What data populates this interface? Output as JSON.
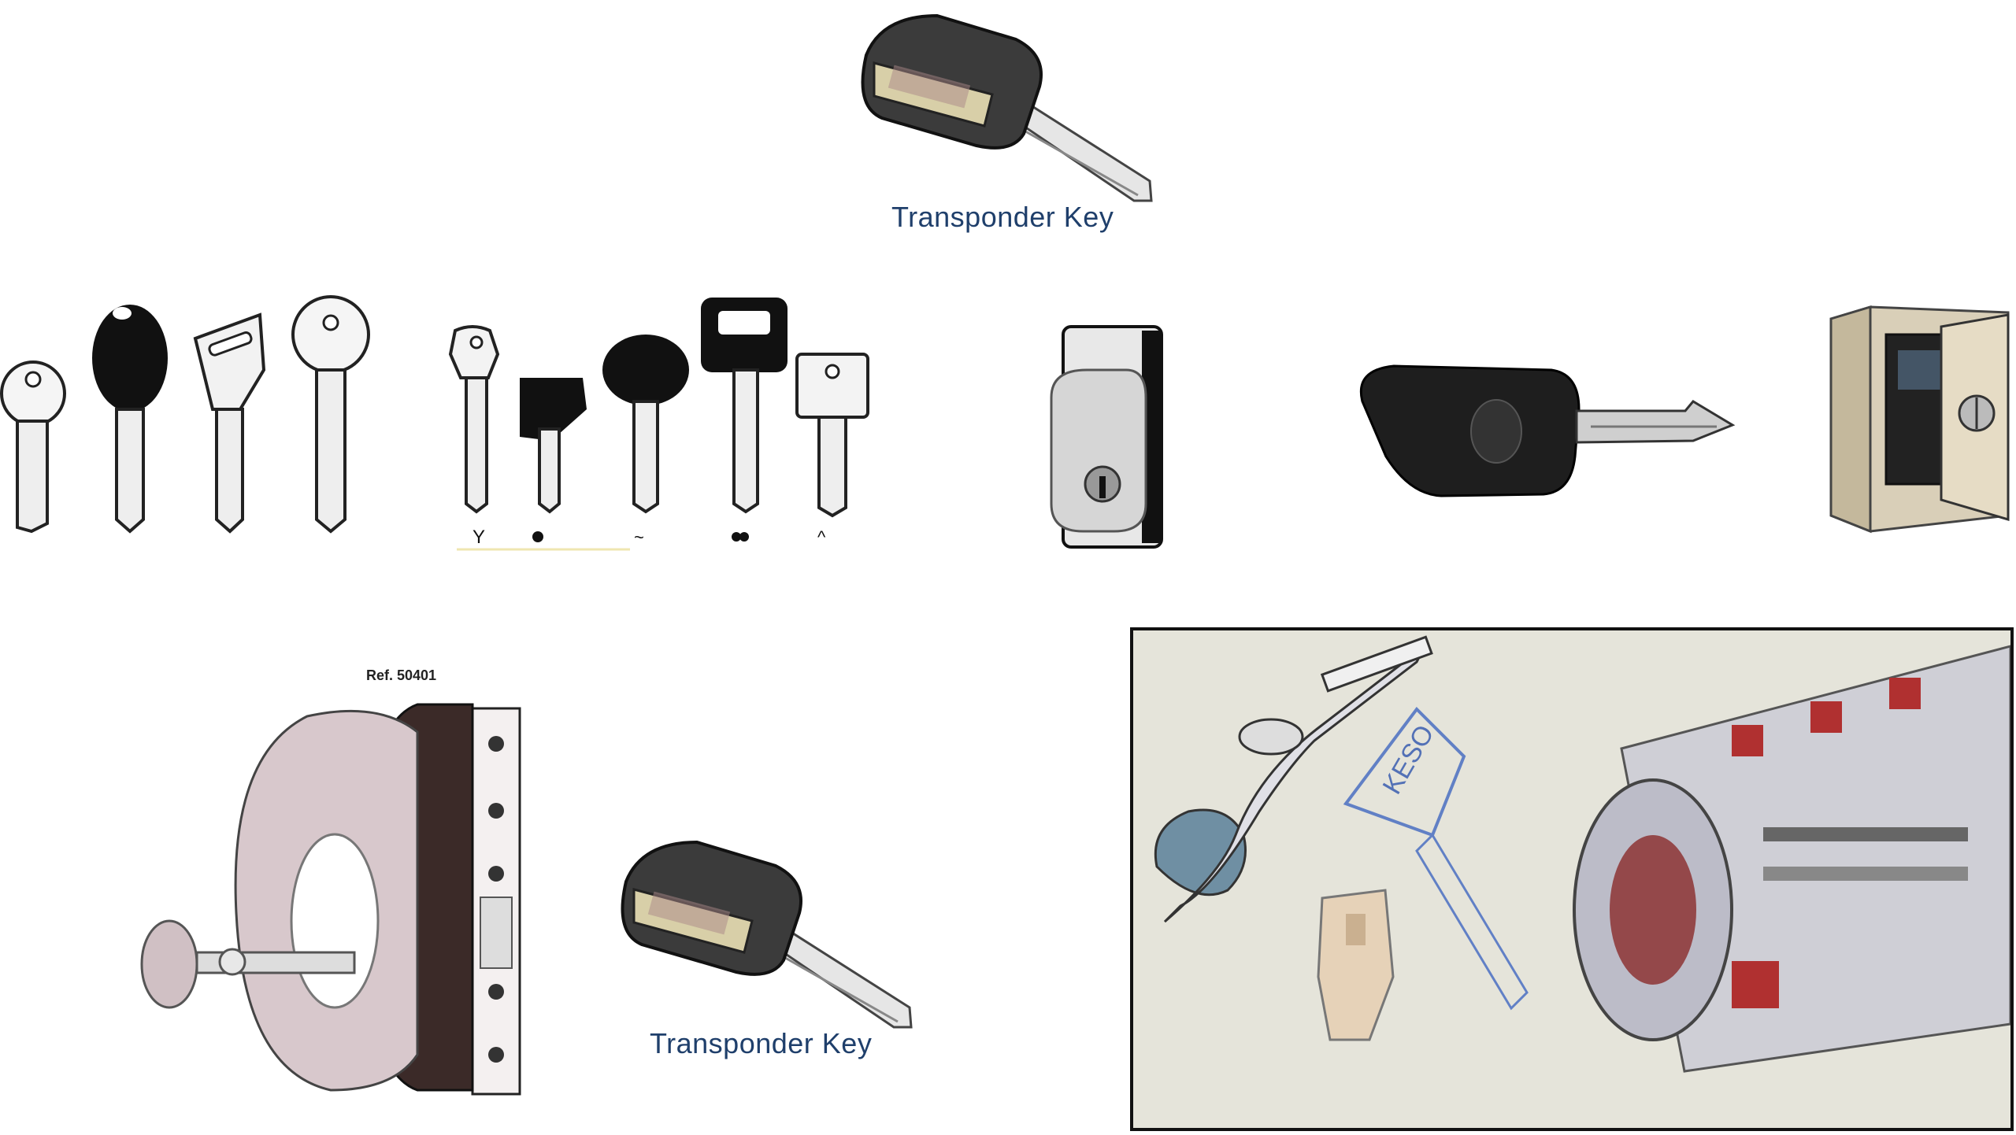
{
  "captions": {
    "top": "Transponder Key",
    "bottom": "Transponder Key"
  },
  "labels": {
    "ref": "Ref. 50401",
    "brand": "KESO"
  },
  "colors": {
    "caption": "#1f3f6b",
    "panel_bg": "#e5e4da",
    "frame": "#111111",
    "key_metal": "#d9d9d9",
    "key_dark": "#1c1c1c"
  }
}
